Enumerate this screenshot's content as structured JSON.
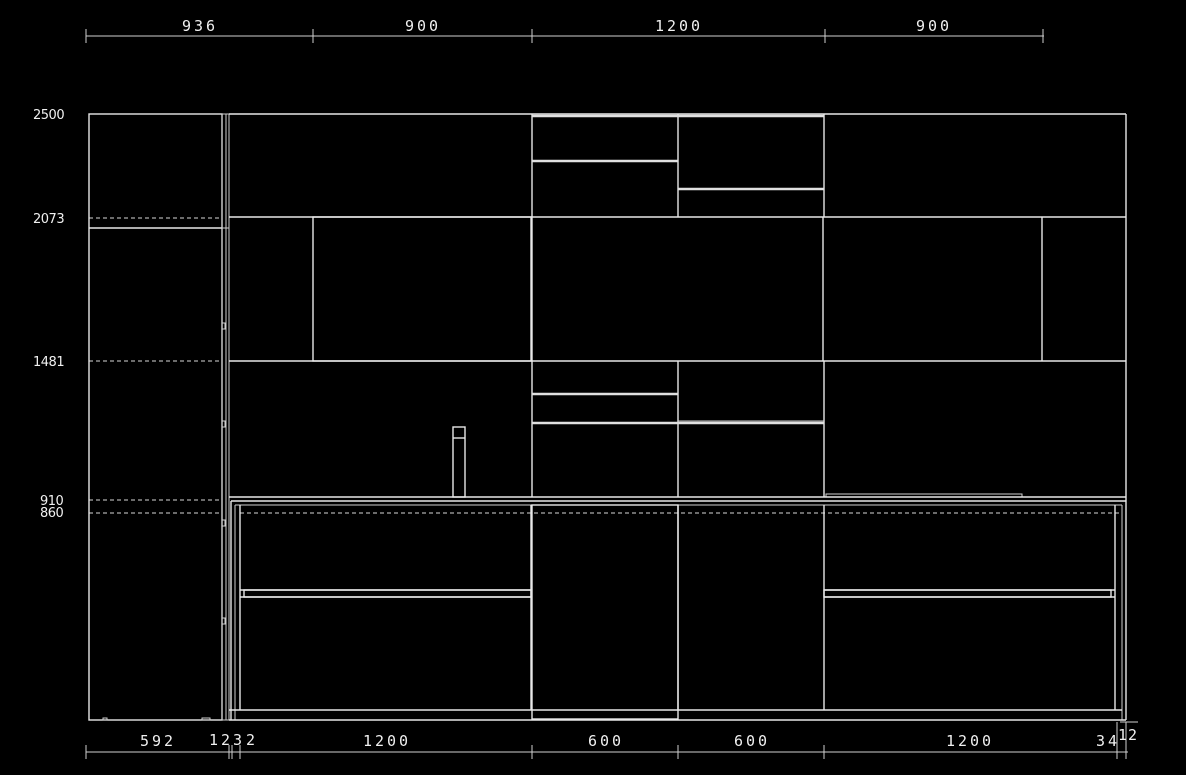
{
  "top_dimensions": [
    "936",
    "900",
    "1200",
    "900"
  ],
  "bottom_dimensions": [
    "592",
    "1",
    "23",
    "2",
    "1200",
    "600",
    "600",
    "1200",
    "34",
    "1",
    "2"
  ],
  "level_labels": [
    "2500",
    "2073",
    "1481",
    "910",
    "860"
  ]
}
